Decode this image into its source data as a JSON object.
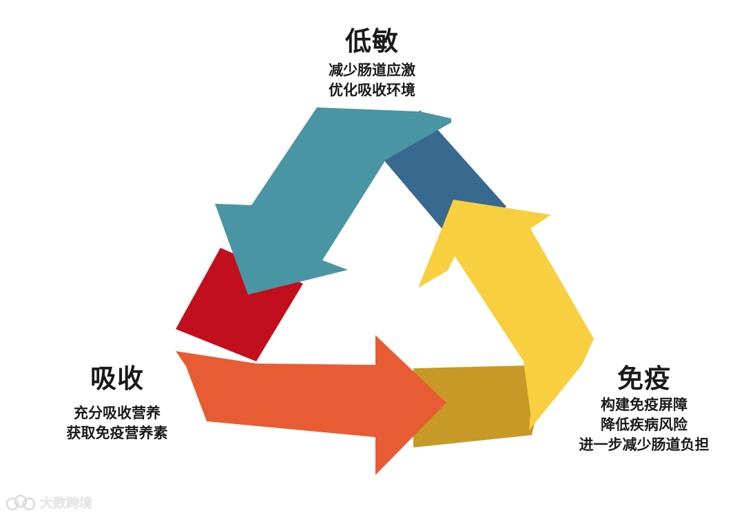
{
  "top": {
    "title": "低敏",
    "lines": [
      "减少肠道应激",
      "优化吸收环境"
    ]
  },
  "left": {
    "title": "吸收",
    "lines": [
      "充分吸收营养",
      "获取免疫营养素"
    ]
  },
  "right": {
    "title": "免疫",
    "lines": [
      "构建免疫屏障",
      "降低疾病风险",
      "进一步减少肠道负担"
    ]
  },
  "watermark": {
    "text": "大数跨境",
    "icon": "cloud-logo-icon"
  },
  "colors": {
    "teal": "#4a95a3",
    "teal_dark": "#3d7aa0",
    "navy": "#386a8f",
    "red": "#c20f1e",
    "orange": "#e85c33",
    "gold": "#c79a27",
    "yellow": "#f8cf3f"
  }
}
